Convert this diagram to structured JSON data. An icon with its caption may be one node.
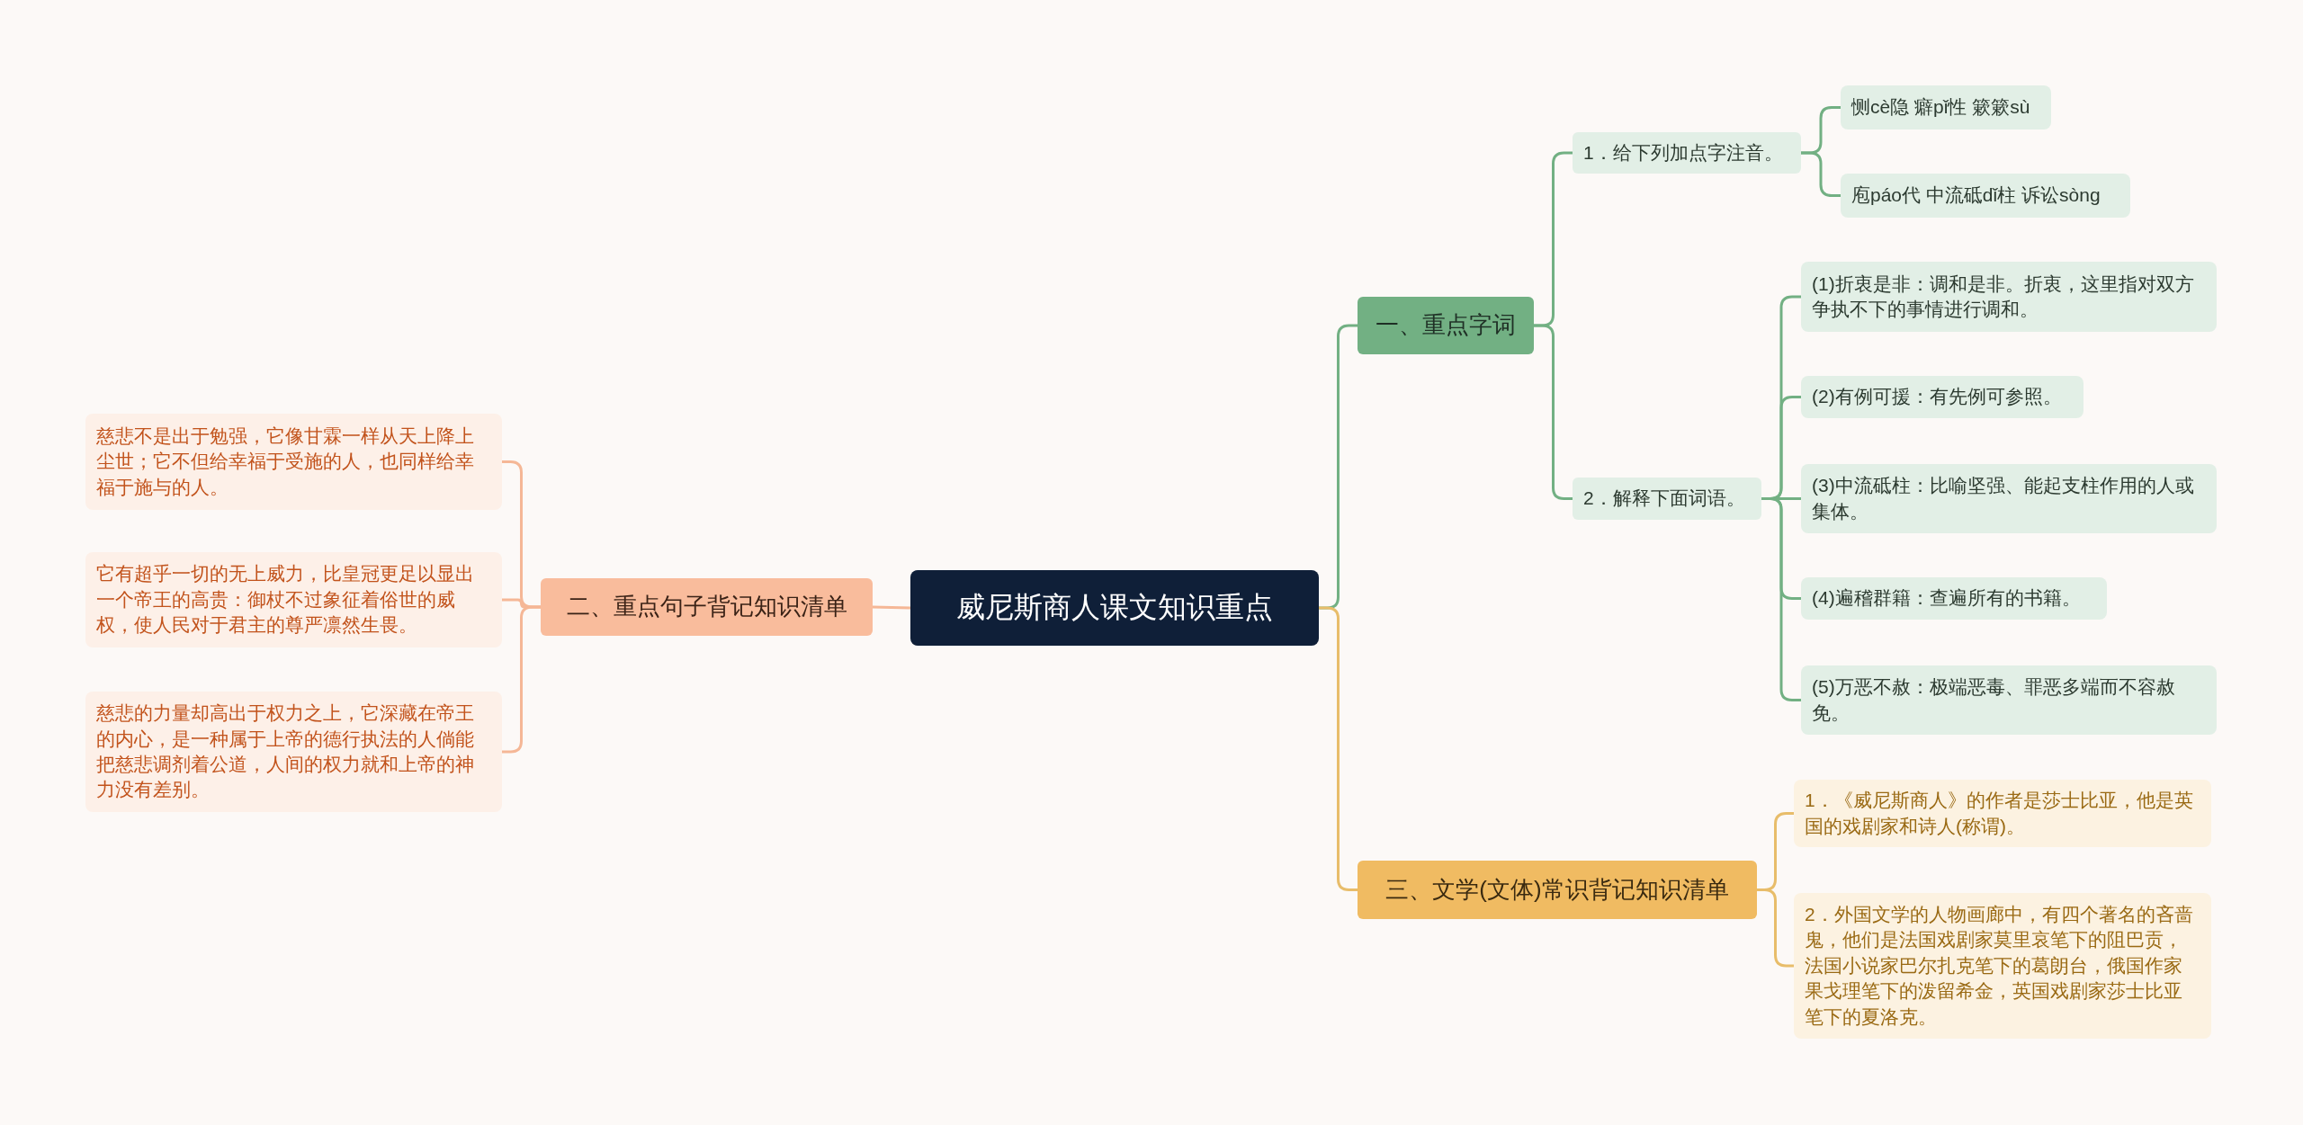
{
  "diagram": {
    "nodes": [
      {
        "text": [
          "威尼斯商人课文知识重点"
        ]
      },
      {
        "text": [
          "一、重点字词"
        ]
      },
      {
        "text": [
          "1．给下列加点字注音。"
        ]
      },
      {
        "text": [
          "恻cè隐 癖pǐ性 簌簌sù"
        ]
      },
      {
        "text": [
          "庖páo代 中流砥dǐ柱 诉讼sòng"
        ]
      },
      {
        "text": [
          "2．解释下面词语。"
        ]
      },
      {
        "text": [
          "(1)折衷是非：调和是非。折衷，这里指对双方争执不下的事情进行调和。"
        ]
      },
      {
        "text": [
          "(2)有例可援：有先例可参照。"
        ]
      },
      {
        "text": [
          "(3)中流砥柱：比喻坚强、能起支柱作用的人或集体。"
        ]
      },
      {
        "text": [
          "(4)遍稽群籍：查遍所有的书籍。"
        ]
      },
      {
        "text": [
          "(5)万恶不赦：极端恶毒、罪恶多端而不容赦免。"
        ]
      },
      {
        "text": [
          "三、文学(文体)常识背记知识清单"
        ]
      },
      {
        "text": [
          "1．《威尼斯商人》的作者是莎士比亚，他是英国的戏剧家和诗人(称谓)。"
        ]
      },
      {
        "text": [
          "2．外国文学的人物画廊中，有四个著名的吝啬鬼，他们是法国戏剧家莫里哀笔下的阻巴贡，法国小说家巴尔扎克笔下的葛朗台，俄国作家果戈理笔下的泼留希金，英国戏剧家莎士比亚笔下的夏洛克。"
        ]
      },
      {
        "text": [
          "二、重点句子背记知识清单"
        ]
      },
      {
        "text": [
          "慈悲不是出于勉强，它像甘霖一样从天上降上尘世；它不但给幸福于受施的人，也同样给幸福于施与的人。"
        ]
      },
      {
        "text": [
          "它有超乎一切的无上威力，比皇冠更足以显出一个帝王的高贵：御杖不过象征着俗世的威权，使人民对于君主的尊严凛然生畏。"
        ]
      },
      {
        "text": [
          "慈悲的力量却高出于权力之上，它深藏在帝王的内心，是一种属于上帝的德行执法的人倘能把慈悲调剂着公道，人间的权力就和上帝的神力没有差别。"
        ]
      }
    ],
    "edges": [
      {
        "from": 0,
        "to": 1,
        "arrow": "none",
        "color": "#72b083"
      },
      {
        "from": 1,
        "to": 2,
        "arrow": "none",
        "color": "#72b083"
      },
      {
        "from": 2,
        "to": 3,
        "arrow": "none",
        "color": "#72b083"
      },
      {
        "from": 2,
        "to": 4,
        "arrow": "none",
        "color": "#72b083"
      },
      {
        "from": 1,
        "to": 5,
        "arrow": "none",
        "color": "#72b083"
      },
      {
        "from": 5,
        "to": 6,
        "arrow": "none",
        "color": "#72b083"
      },
      {
        "from": 5,
        "to": 7,
        "arrow": "none",
        "color": "#72b083"
      },
      {
        "from": 5,
        "to": 8,
        "arrow": "none",
        "color": "#72b083"
      },
      {
        "from": 5,
        "to": 9,
        "arrow": "none",
        "color": "#72b083"
      },
      {
        "from": 5,
        "to": 10,
        "arrow": "none",
        "color": "#72b083"
      },
      {
        "from": 0,
        "to": 11,
        "arrow": "none",
        "color": "#e8bd6a"
      },
      {
        "from": 11,
        "to": 12,
        "arrow": "none",
        "color": "#e8bd6a"
      },
      {
        "from": 11,
        "to": 13,
        "arrow": "none",
        "color": "#e8bd6a"
      },
      {
        "from": 0,
        "to": 14,
        "arrow": "none",
        "color": "#f5b796"
      },
      {
        "from": 14,
        "to": 15,
        "arrow": "none",
        "color": "#f5b796"
      },
      {
        "from": 14,
        "to": 16,
        "arrow": "none",
        "color": "#f5b796"
      },
      {
        "from": 14,
        "to": 17,
        "arrow": "none",
        "color": "#f5b796"
      }
    ]
  }
}
